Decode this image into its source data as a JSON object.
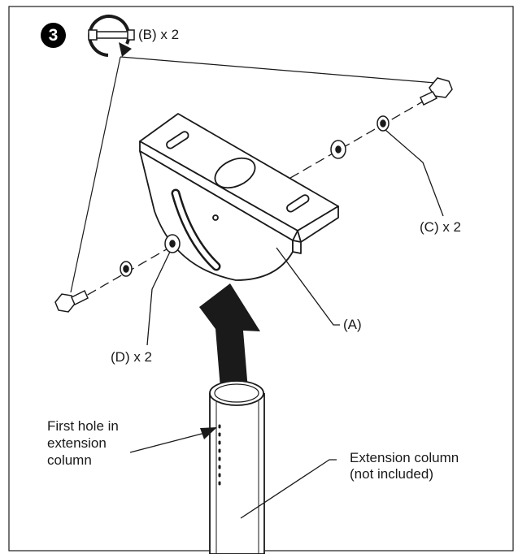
{
  "step": {
    "number": "3"
  },
  "labels": {
    "bolt": "(B) x 2",
    "washer_small": "(C) x 2",
    "washer_large": "(D) x 2",
    "bracket": "(A)",
    "first_hole": "First hole in\nextension\ncolumn",
    "extension_column": "Extension column\n(not included)"
  },
  "icons": [
    "tighten-wrench-icon",
    "clockwise-arrow-icon",
    "upward-arrow-icon"
  ],
  "colors": {
    "line": "#1a1a1a",
    "frame": "#000000",
    "background": "#ffffff"
  }
}
